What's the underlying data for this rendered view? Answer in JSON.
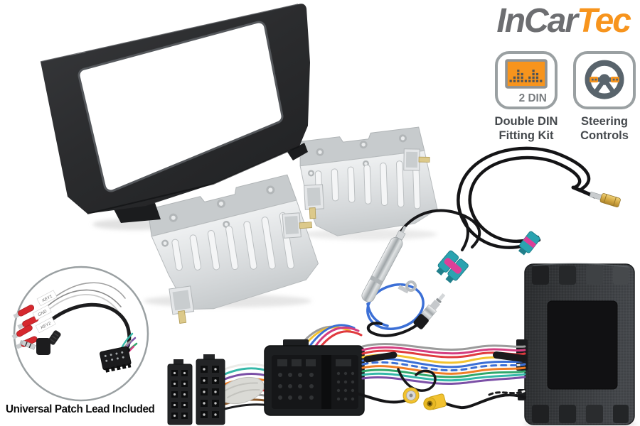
{
  "brand": {
    "logo_primary": "InCar",
    "logo_accent": "Tec"
  },
  "features": {
    "din": {
      "icon": "2-din-head-unit-icon",
      "icon_caption": "2 DIN",
      "label_line1": "Double DIN",
      "label_line2": "Fitting Kit"
    },
    "steering": {
      "icon": "steering-wheel-icon",
      "label_line1": "Steering",
      "label_line2": "Controls"
    }
  },
  "patch_lead": {
    "caption": "Universal Patch Lead Included",
    "wire_labels": [
      "KEY1",
      "GND",
      "KEY2"
    ]
  },
  "colors": {
    "accent_orange": "#F7941D",
    "logo_gray": "#6D6E71",
    "badge_outline_gray": "#9AA0A2",
    "badge_label_gray": "#45494D",
    "fakra_teal": "#2AA3B0",
    "fakra_pink": "#DD3F98",
    "wire_blue": "#3B6FD6",
    "rca_yellow": "#F2C230",
    "metal_silver": "#D8DBDD",
    "panel_black": "#2B2C2E"
  },
  "illustrations": [
    "double-din-fascia-panel",
    "metal-mounting-bracket-left",
    "metal-mounting-bracket-right",
    "antenna-extension-cable-smb",
    "antenna-amplifier-adapter",
    "double-fakra-connector",
    "din-antenna-plug",
    "steering-control-interface-box",
    "iso-connectors",
    "quadlock-connector",
    "rca-connectors",
    "universal-patch-lead"
  ]
}
